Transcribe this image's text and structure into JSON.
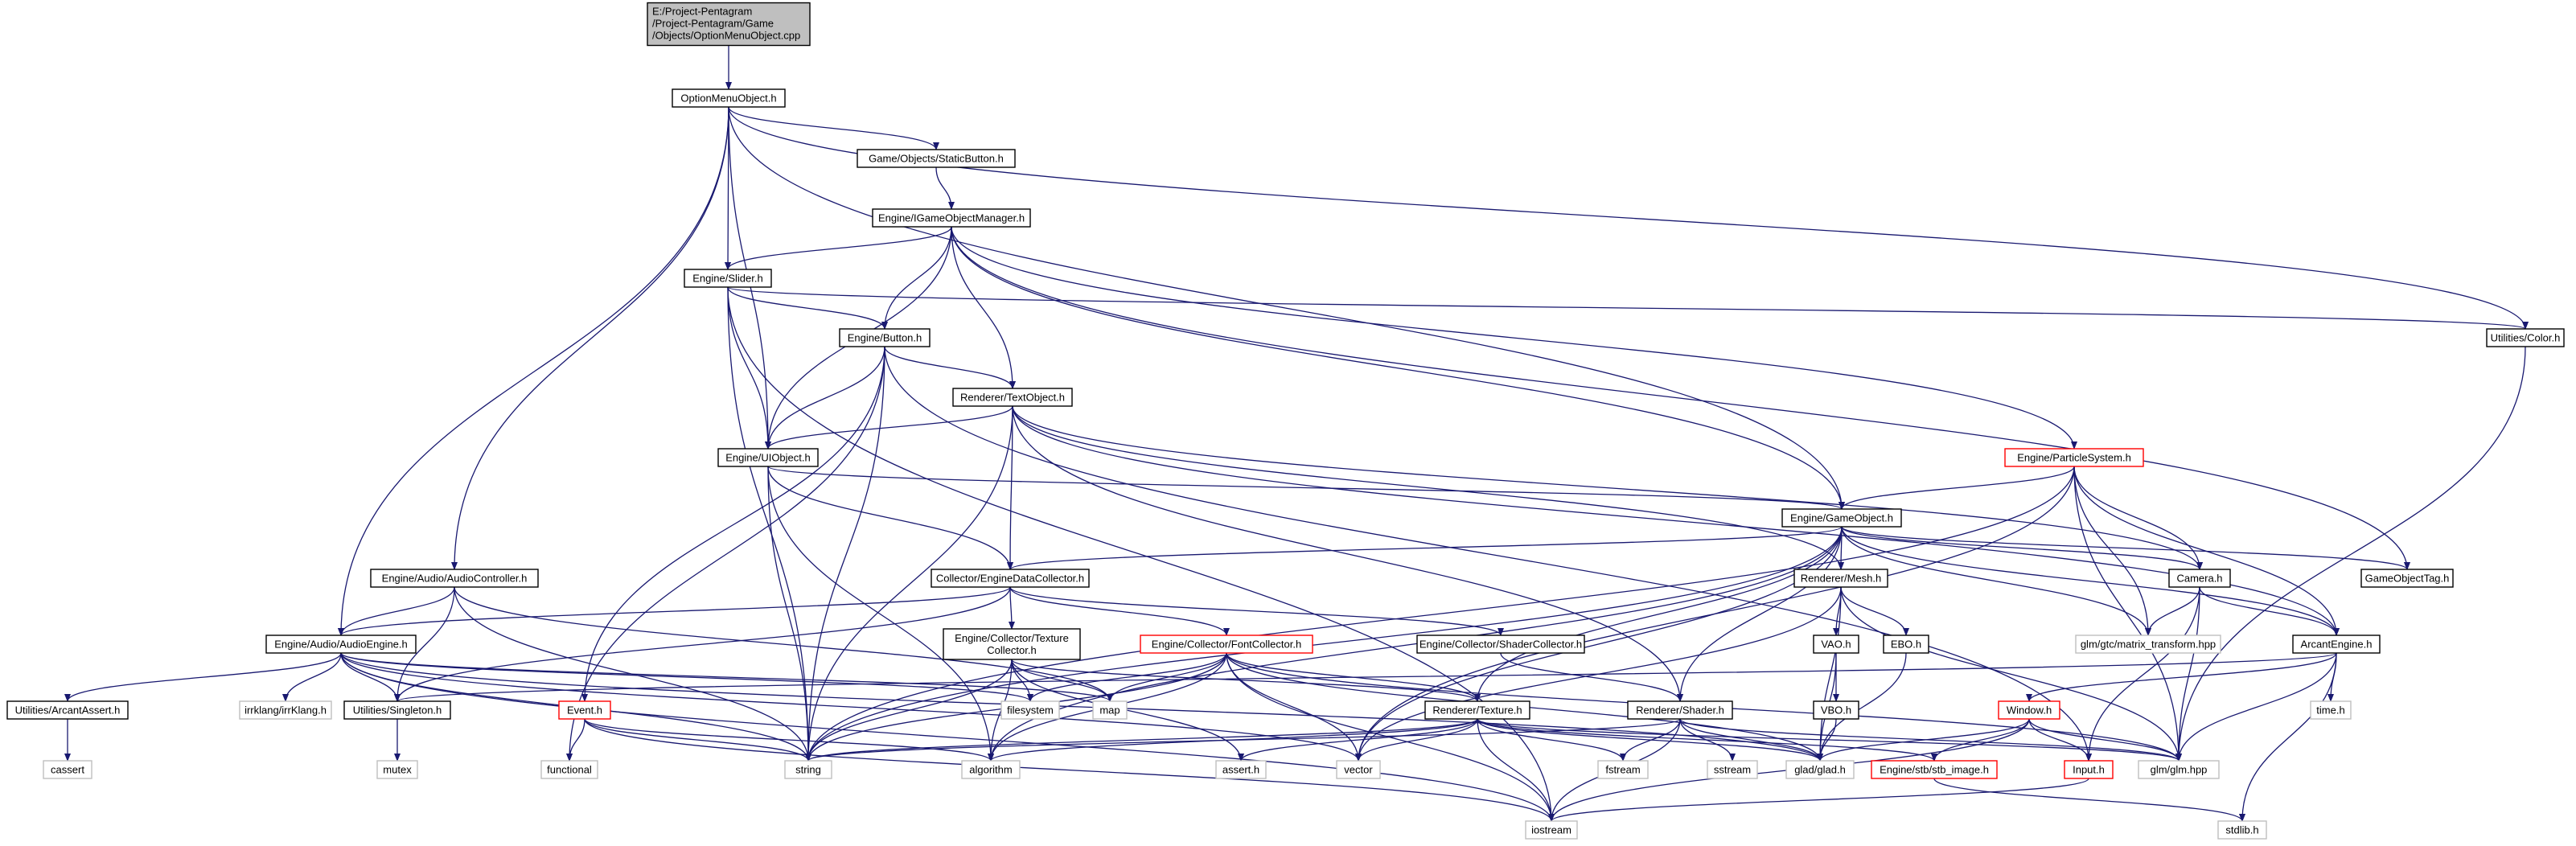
{
  "title": "",
  "colors": {
    "root_fill": "#bfbfbf",
    "node_border": "#000000",
    "incomplete_border": "#ff0000",
    "system_border": "#bfbfbf",
    "edge": "#191970"
  },
  "nodes": [
    {
      "id": "root",
      "label": "E:/Project-Pentagram\n/Project-Pentagram/Game\n/Objects/OptionMenuObject.cpp",
      "kind": "root"
    },
    {
      "id": "omo",
      "label": "OptionMenuObject.h",
      "kind": "normal"
    },
    {
      "id": "staticbutton",
      "label": "Game/Objects/StaticButton.h",
      "kind": "normal"
    },
    {
      "id": "igom",
      "label": "Engine/IGameObjectManager.h",
      "kind": "normal"
    },
    {
      "id": "slider",
      "label": "Engine/Slider.h",
      "kind": "normal"
    },
    {
      "id": "button",
      "label": "Engine/Button.h",
      "kind": "normal"
    },
    {
      "id": "textobj",
      "label": "Renderer/TextObject.h",
      "kind": "normal"
    },
    {
      "id": "uiobj",
      "label": "Engine/UIObject.h",
      "kind": "normal"
    },
    {
      "id": "particle",
      "label": "Engine/ParticleSystem.h",
      "kind": "incomplete"
    },
    {
      "id": "gameobj",
      "label": "Engine/GameObject.h",
      "kind": "normal"
    },
    {
      "id": "color",
      "label": "Utilities/Color.h",
      "kind": "normal"
    },
    {
      "id": "audioctrl",
      "label": "Engine/Audio/AudioController.h",
      "kind": "normal"
    },
    {
      "id": "edc",
      "label": "Collector/EngineDataCollector.h",
      "kind": "normal"
    },
    {
      "id": "mesh",
      "label": "Renderer/Mesh.h",
      "kind": "normal"
    },
    {
      "id": "camera",
      "label": "Camera.h",
      "kind": "normal"
    },
    {
      "id": "gotag",
      "label": "GameObjectTag.h",
      "kind": "normal"
    },
    {
      "id": "audioeng",
      "label": "Engine/Audio/AudioEngine.h",
      "kind": "normal"
    },
    {
      "id": "texcol",
      "label": "Engine/Collector/Texture\nCollector.h",
      "kind": "normal"
    },
    {
      "id": "fontcol",
      "label": "Engine/Collector/FontCollector.h",
      "kind": "incomplete"
    },
    {
      "id": "shadercol",
      "label": "Engine/Collector/ShaderCollector.h",
      "kind": "normal"
    },
    {
      "id": "vao",
      "label": "VAO.h",
      "kind": "normal"
    },
    {
      "id": "ebo",
      "label": "EBO.h",
      "kind": "normal"
    },
    {
      "id": "gtc",
      "label": "glm/gtc/matrix_transform.hpp",
      "kind": "system"
    },
    {
      "id": "arcant",
      "label": "ArcantEngine.h",
      "kind": "normal"
    },
    {
      "id": "assertu",
      "label": "Utilities/ArcantAssert.h",
      "kind": "normal"
    },
    {
      "id": "irrk",
      "label": "irrklang/irrKlang.h",
      "kind": "system"
    },
    {
      "id": "singleton",
      "label": "Utilities/Singleton.h",
      "kind": "normal"
    },
    {
      "id": "event",
      "label": "Event.h",
      "kind": "incomplete"
    },
    {
      "id": "filesystem",
      "label": "filesystem",
      "kind": "system"
    },
    {
      "id": "map",
      "label": "map",
      "kind": "system"
    },
    {
      "id": "texture",
      "label": "Renderer/Texture.h",
      "kind": "normal"
    },
    {
      "id": "vbo",
      "label": "VBO.h",
      "kind": "normal"
    },
    {
      "id": "shader",
      "label": "Renderer/Shader.h",
      "kind": "normal"
    },
    {
      "id": "window",
      "label": "Window.h",
      "kind": "incomplete"
    },
    {
      "id": "time",
      "label": "time.h",
      "kind": "system"
    },
    {
      "id": "cassert",
      "label": "cassert",
      "kind": "system"
    },
    {
      "id": "mutex",
      "label": "mutex",
      "kind": "system"
    },
    {
      "id": "functional",
      "label": "functional",
      "kind": "system"
    },
    {
      "id": "string",
      "label": "string",
      "kind": "system"
    },
    {
      "id": "algorithm",
      "label": "algorithm",
      "kind": "system"
    },
    {
      "id": "asserth",
      "label": "assert.h",
      "kind": "system"
    },
    {
      "id": "vector",
      "label": "vector",
      "kind": "system"
    },
    {
      "id": "fstream",
      "label": "fstream",
      "kind": "system"
    },
    {
      "id": "sstream",
      "label": "sstream",
      "kind": "system"
    },
    {
      "id": "glad",
      "label": "glad/glad.h",
      "kind": "system"
    },
    {
      "id": "stbimage",
      "label": "Engine/stb/stb_image.h",
      "kind": "incomplete"
    },
    {
      "id": "input",
      "label": "Input.h",
      "kind": "incomplete"
    },
    {
      "id": "glm",
      "label": "glm/glm.hpp",
      "kind": "system"
    },
    {
      "id": "iostream",
      "label": "iostream",
      "kind": "system"
    },
    {
      "id": "stdlib",
      "label": "stdlib.h",
      "kind": "system"
    }
  ],
  "edges": [
    [
      "root",
      "omo"
    ],
    [
      "omo",
      "staticbutton"
    ],
    [
      "omo",
      "slider"
    ],
    [
      "omo",
      "uiobj"
    ],
    [
      "omo",
      "gameobj"
    ],
    [
      "omo",
      "color"
    ],
    [
      "omo",
      "audioctrl"
    ],
    [
      "omo",
      "audioeng"
    ],
    [
      "staticbutton",
      "igom"
    ],
    [
      "igom",
      "slider"
    ],
    [
      "igom",
      "button"
    ],
    [
      "igom",
      "textobj"
    ],
    [
      "igom",
      "uiobj"
    ],
    [
      "igom",
      "particle"
    ],
    [
      "igom",
      "gameobj"
    ],
    [
      "igom",
      "gotag"
    ],
    [
      "slider",
      "button"
    ],
    [
      "slider",
      "uiobj"
    ],
    [
      "slider",
      "color"
    ],
    [
      "slider",
      "string"
    ],
    [
      "slider",
      "iostream"
    ],
    [
      "button",
      "textobj"
    ],
    [
      "button",
      "uiobj"
    ],
    [
      "button",
      "event"
    ],
    [
      "button",
      "functional"
    ],
    [
      "button",
      "input"
    ],
    [
      "button",
      "string"
    ],
    [
      "textobj",
      "uiobj"
    ],
    [
      "textobj",
      "edc"
    ],
    [
      "textobj",
      "mesh"
    ],
    [
      "textobj",
      "camera"
    ],
    [
      "textobj",
      "arcant"
    ],
    [
      "textobj",
      "shader"
    ],
    [
      "textobj",
      "string"
    ],
    [
      "uiobj",
      "gameobj"
    ],
    [
      "uiobj",
      "edc"
    ],
    [
      "uiobj",
      "string"
    ],
    [
      "uiobj",
      "algorithm"
    ],
    [
      "particle",
      "gameobj"
    ],
    [
      "particle",
      "camera"
    ],
    [
      "particle",
      "arcant"
    ],
    [
      "particle",
      "gtc"
    ],
    [
      "particle",
      "glm"
    ],
    [
      "particle",
      "vector"
    ],
    [
      "particle",
      "string"
    ],
    [
      "gameobj",
      "edc"
    ],
    [
      "gameobj",
      "mesh"
    ],
    [
      "gameobj",
      "camera"
    ],
    [
      "gameobj",
      "gotag"
    ],
    [
      "gameobj",
      "arcant"
    ],
    [
      "gameobj",
      "texture"
    ],
    [
      "gameobj",
      "shader"
    ],
    [
      "gameobj",
      "gtc"
    ],
    [
      "gameobj",
      "vector"
    ],
    [
      "gameobj",
      "algorithm"
    ],
    [
      "gameobj",
      "string"
    ],
    [
      "color",
      "glm"
    ],
    [
      "audioctrl",
      "audioeng"
    ],
    [
      "audioctrl",
      "singleton"
    ],
    [
      "audioctrl",
      "string"
    ],
    [
      "audioctrl",
      "map"
    ],
    [
      "edc",
      "texcol"
    ],
    [
      "edc",
      "fontcol"
    ],
    [
      "edc",
      "shadercol"
    ],
    [
      "edc",
      "audioeng"
    ],
    [
      "edc",
      "singleton"
    ],
    [
      "mesh",
      "vao"
    ],
    [
      "mesh",
      "ebo"
    ],
    [
      "mesh",
      "glad"
    ],
    [
      "mesh",
      "glm"
    ],
    [
      "mesh",
      "vector"
    ],
    [
      "camera",
      "arcant"
    ],
    [
      "camera",
      "gtc"
    ],
    [
      "camera",
      "glm"
    ],
    [
      "camera",
      "input"
    ],
    [
      "audioeng",
      "assertu"
    ],
    [
      "audioeng",
      "irrk"
    ],
    [
      "audioeng",
      "singleton"
    ],
    [
      "audioeng",
      "map"
    ],
    [
      "audioeng",
      "filesystem"
    ],
    [
      "audioeng",
      "string"
    ],
    [
      "audioeng",
      "vector"
    ],
    [
      "audioeng",
      "iostream"
    ],
    [
      "audioeng",
      "glad"
    ],
    [
      "texcol",
      "texture"
    ],
    [
      "texcol",
      "filesystem"
    ],
    [
      "texcol",
      "map"
    ],
    [
      "texcol",
      "string"
    ],
    [
      "texcol",
      "algorithm"
    ],
    [
      "texcol",
      "asserth"
    ],
    [
      "fontcol",
      "texture"
    ],
    [
      "fontcol",
      "filesystem"
    ],
    [
      "fontcol",
      "map"
    ],
    [
      "fontcol",
      "string"
    ],
    [
      "fontcol",
      "vector"
    ],
    [
      "fontcol",
      "glm"
    ],
    [
      "fontcol",
      "glad"
    ],
    [
      "fontcol",
      "iostream"
    ],
    [
      "fontcol",
      "algorithm"
    ],
    [
      "shadercol",
      "shader"
    ],
    [
      "vao",
      "vbo"
    ],
    [
      "vao",
      "glad"
    ],
    [
      "ebo",
      "glad"
    ],
    [
      "arcant",
      "window"
    ],
    [
      "arcant",
      "singleton"
    ],
    [
      "arcant",
      "time"
    ],
    [
      "arcant",
      "glm"
    ],
    [
      "arcant",
      "stdlib"
    ],
    [
      "assertu",
      "cassert"
    ],
    [
      "singleton",
      "mutex"
    ],
    [
      "event",
      "functional"
    ],
    [
      "event",
      "string"
    ],
    [
      "event",
      "algorithm"
    ],
    [
      "event",
      "iostream"
    ],
    [
      "texture",
      "string"
    ],
    [
      "texture",
      "algorithm"
    ],
    [
      "texture",
      "asserth"
    ],
    [
      "texture",
      "vector"
    ],
    [
      "texture",
      "fstream"
    ],
    [
      "texture",
      "glad"
    ],
    [
      "texture",
      "stbimage"
    ],
    [
      "texture",
      "glm"
    ],
    [
      "texture",
      "iostream"
    ],
    [
      "vbo",
      "glad"
    ],
    [
      "shader",
      "string"
    ],
    [
      "shader",
      "fstream"
    ],
    [
      "shader",
      "sstream"
    ],
    [
      "shader",
      "glad"
    ],
    [
      "shader",
      "glm"
    ],
    [
      "shader",
      "iostream"
    ],
    [
      "window",
      "input"
    ],
    [
      "window",
      "glad"
    ],
    [
      "window",
      "stbimage"
    ],
    [
      "window",
      "glm"
    ],
    [
      "window",
      "iostream"
    ],
    [
      "input",
      "iostream"
    ],
    [
      "stbimage",
      "stdlib"
    ]
  ]
}
